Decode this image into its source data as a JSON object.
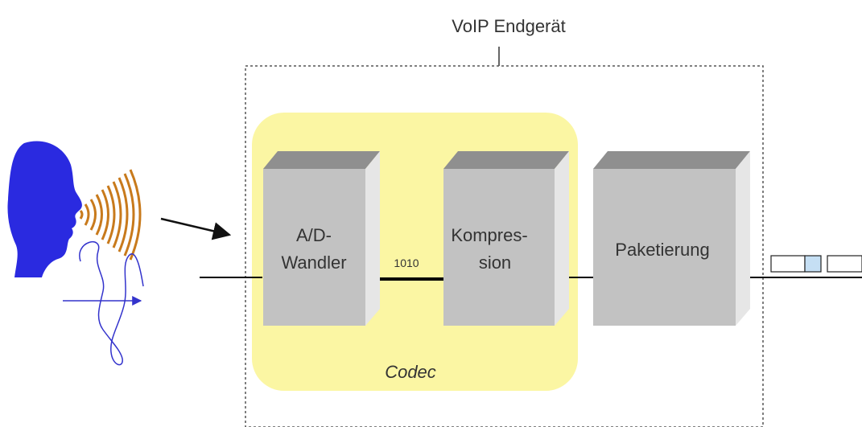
{
  "diagram": {
    "title": "VoIP Endgerät",
    "codec_label": "Codec",
    "blocks": {
      "ad": {
        "line1": "A/D-",
        "line2": "Wandler"
      },
      "kompression": {
        "line1": "Kompres-",
        "line2": "sion"
      },
      "paketierung": {
        "line1": "Paketierung"
      }
    },
    "bits_label": "1010"
  },
  "colors": {
    "codec_fill": "#fbf6a3",
    "block_front": "#c2c2c2",
    "block_top": "#8f8f8f",
    "block_side": "#e6e6e6",
    "head_fill": "#2a2ae0",
    "wave_color": "#c87a1c",
    "signal_color": "#3333cc"
  },
  "icons": [
    "speaker-head-icon",
    "sound-waves-icon",
    "analog-signal-icon",
    "input-arrow-icon",
    "packet-icons"
  ]
}
